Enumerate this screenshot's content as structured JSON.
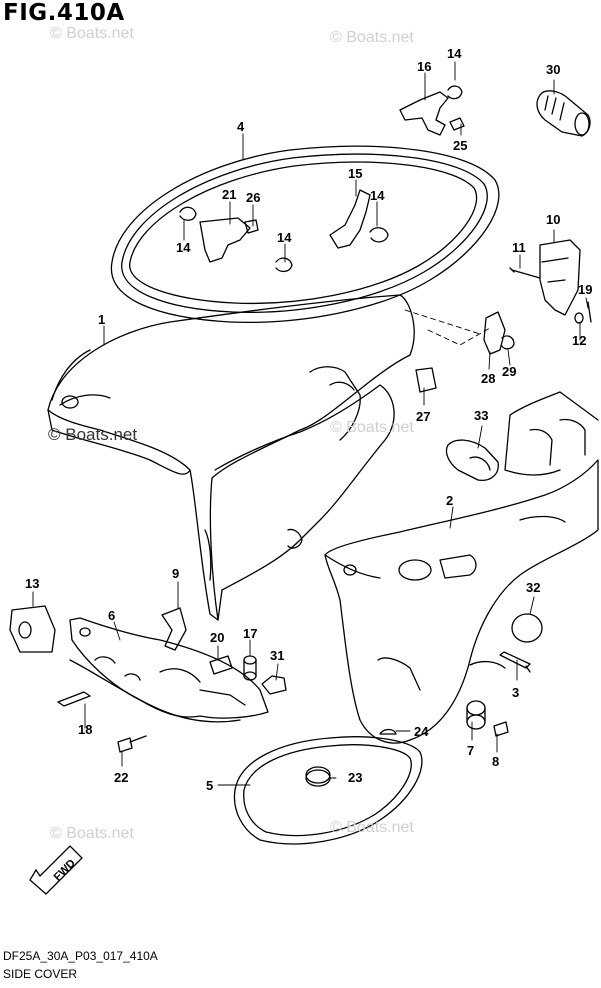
{
  "figure": {
    "title": "FIG.410A",
    "code": "DF25A_30A_P03_017_410A",
    "caption": "SIDE COVER",
    "watermark": "© Boats.net",
    "fwd_label": "FWD"
  },
  "callouts": [
    "1",
    "2",
    "3",
    "4",
    "5",
    "6",
    "7",
    "8",
    "9",
    "10",
    "11",
    "12",
    "13",
    "14",
    "14",
    "14",
    "14",
    "15",
    "16",
    "17",
    "18",
    "19",
    "20",
    "21",
    "22",
    "23",
    "24",
    "25",
    "26",
    "27",
    "28",
    "29",
    "30",
    "31",
    "32",
    "33"
  ]
}
